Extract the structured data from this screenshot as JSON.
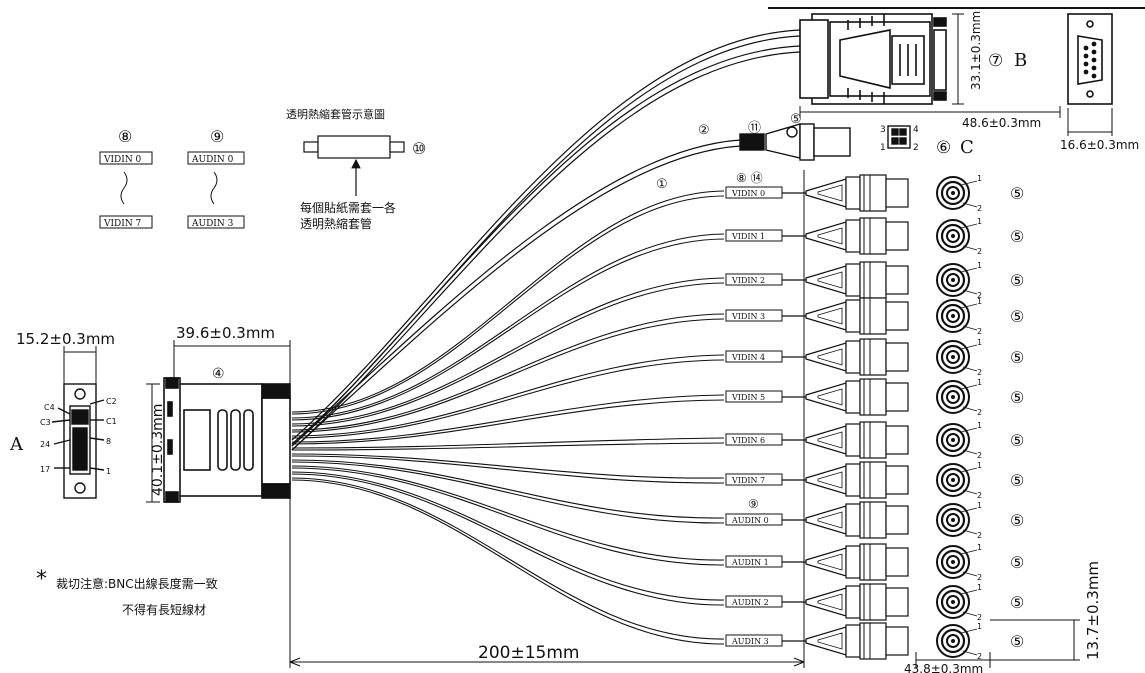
{
  "labels": {
    "A": "A",
    "B": "B",
    "C": "C",
    "circ7": "⑦",
    "circ6": "⑥",
    "circ5": "⑤",
    "circ4": "④",
    "circ2": "②",
    "circ1": "①",
    "circ11": "⑪",
    "circ8": "⑧",
    "circ9": "⑨",
    "circ10": "⑩",
    "circ8_14": "⑧ ⑭"
  },
  "dimensions": {
    "d_dvi_width": "15.2±0.3mm",
    "d_hood_width": "39.6±0.3mm",
    "d_hood_height": "40.1±0.3mm",
    "d_db9_height": "33.1±0.3mm",
    "d_db9_width": "48.6±0.3mm",
    "d_db9_front": "16.6±0.3mm",
    "d_total_length": "200±15mm",
    "d_bnc_width": "43.8±0.3mm",
    "d_bnc_pitch": "13.7±0.3mm"
  },
  "legend": {
    "video_first": "VIDIN 0",
    "video_last": "VIDIN 7",
    "audio_first": "AUDIN 0",
    "audio_last": "AUDIN 3"
  },
  "heat_shrink": {
    "title": "透明熱縮套管示意圖",
    "note_line1": "每個貼紙需套一各",
    "note_line2": "透明熱縮套管"
  },
  "caution": {
    "star": "*",
    "line1": "裁切注意:BNC出線長度需一致",
    "line2": "不得有長短線材"
  },
  "dvi_pins": {
    "c4": "C4",
    "c2": "C2",
    "c3": "C3",
    "c1": "C1",
    "p24": "24",
    "p8": "8",
    "p17": "17",
    "p1": "1"
  },
  "pin_numbers": {
    "one": "1",
    "two": "2",
    "three": "3",
    "four": "4"
  },
  "bnc_tags": [
    "VIDIN 0",
    "VIDIN 1",
    "VIDIN 2",
    "VIDIN 3",
    "VIDIN 4",
    "VIDIN 5",
    "VIDIN 6",
    "VIDIN 7",
    "AUDIN 0",
    "AUDIN 1",
    "AUDIN 2",
    "AUDIN 3"
  ],
  "bnc_item_label": "⑤"
}
